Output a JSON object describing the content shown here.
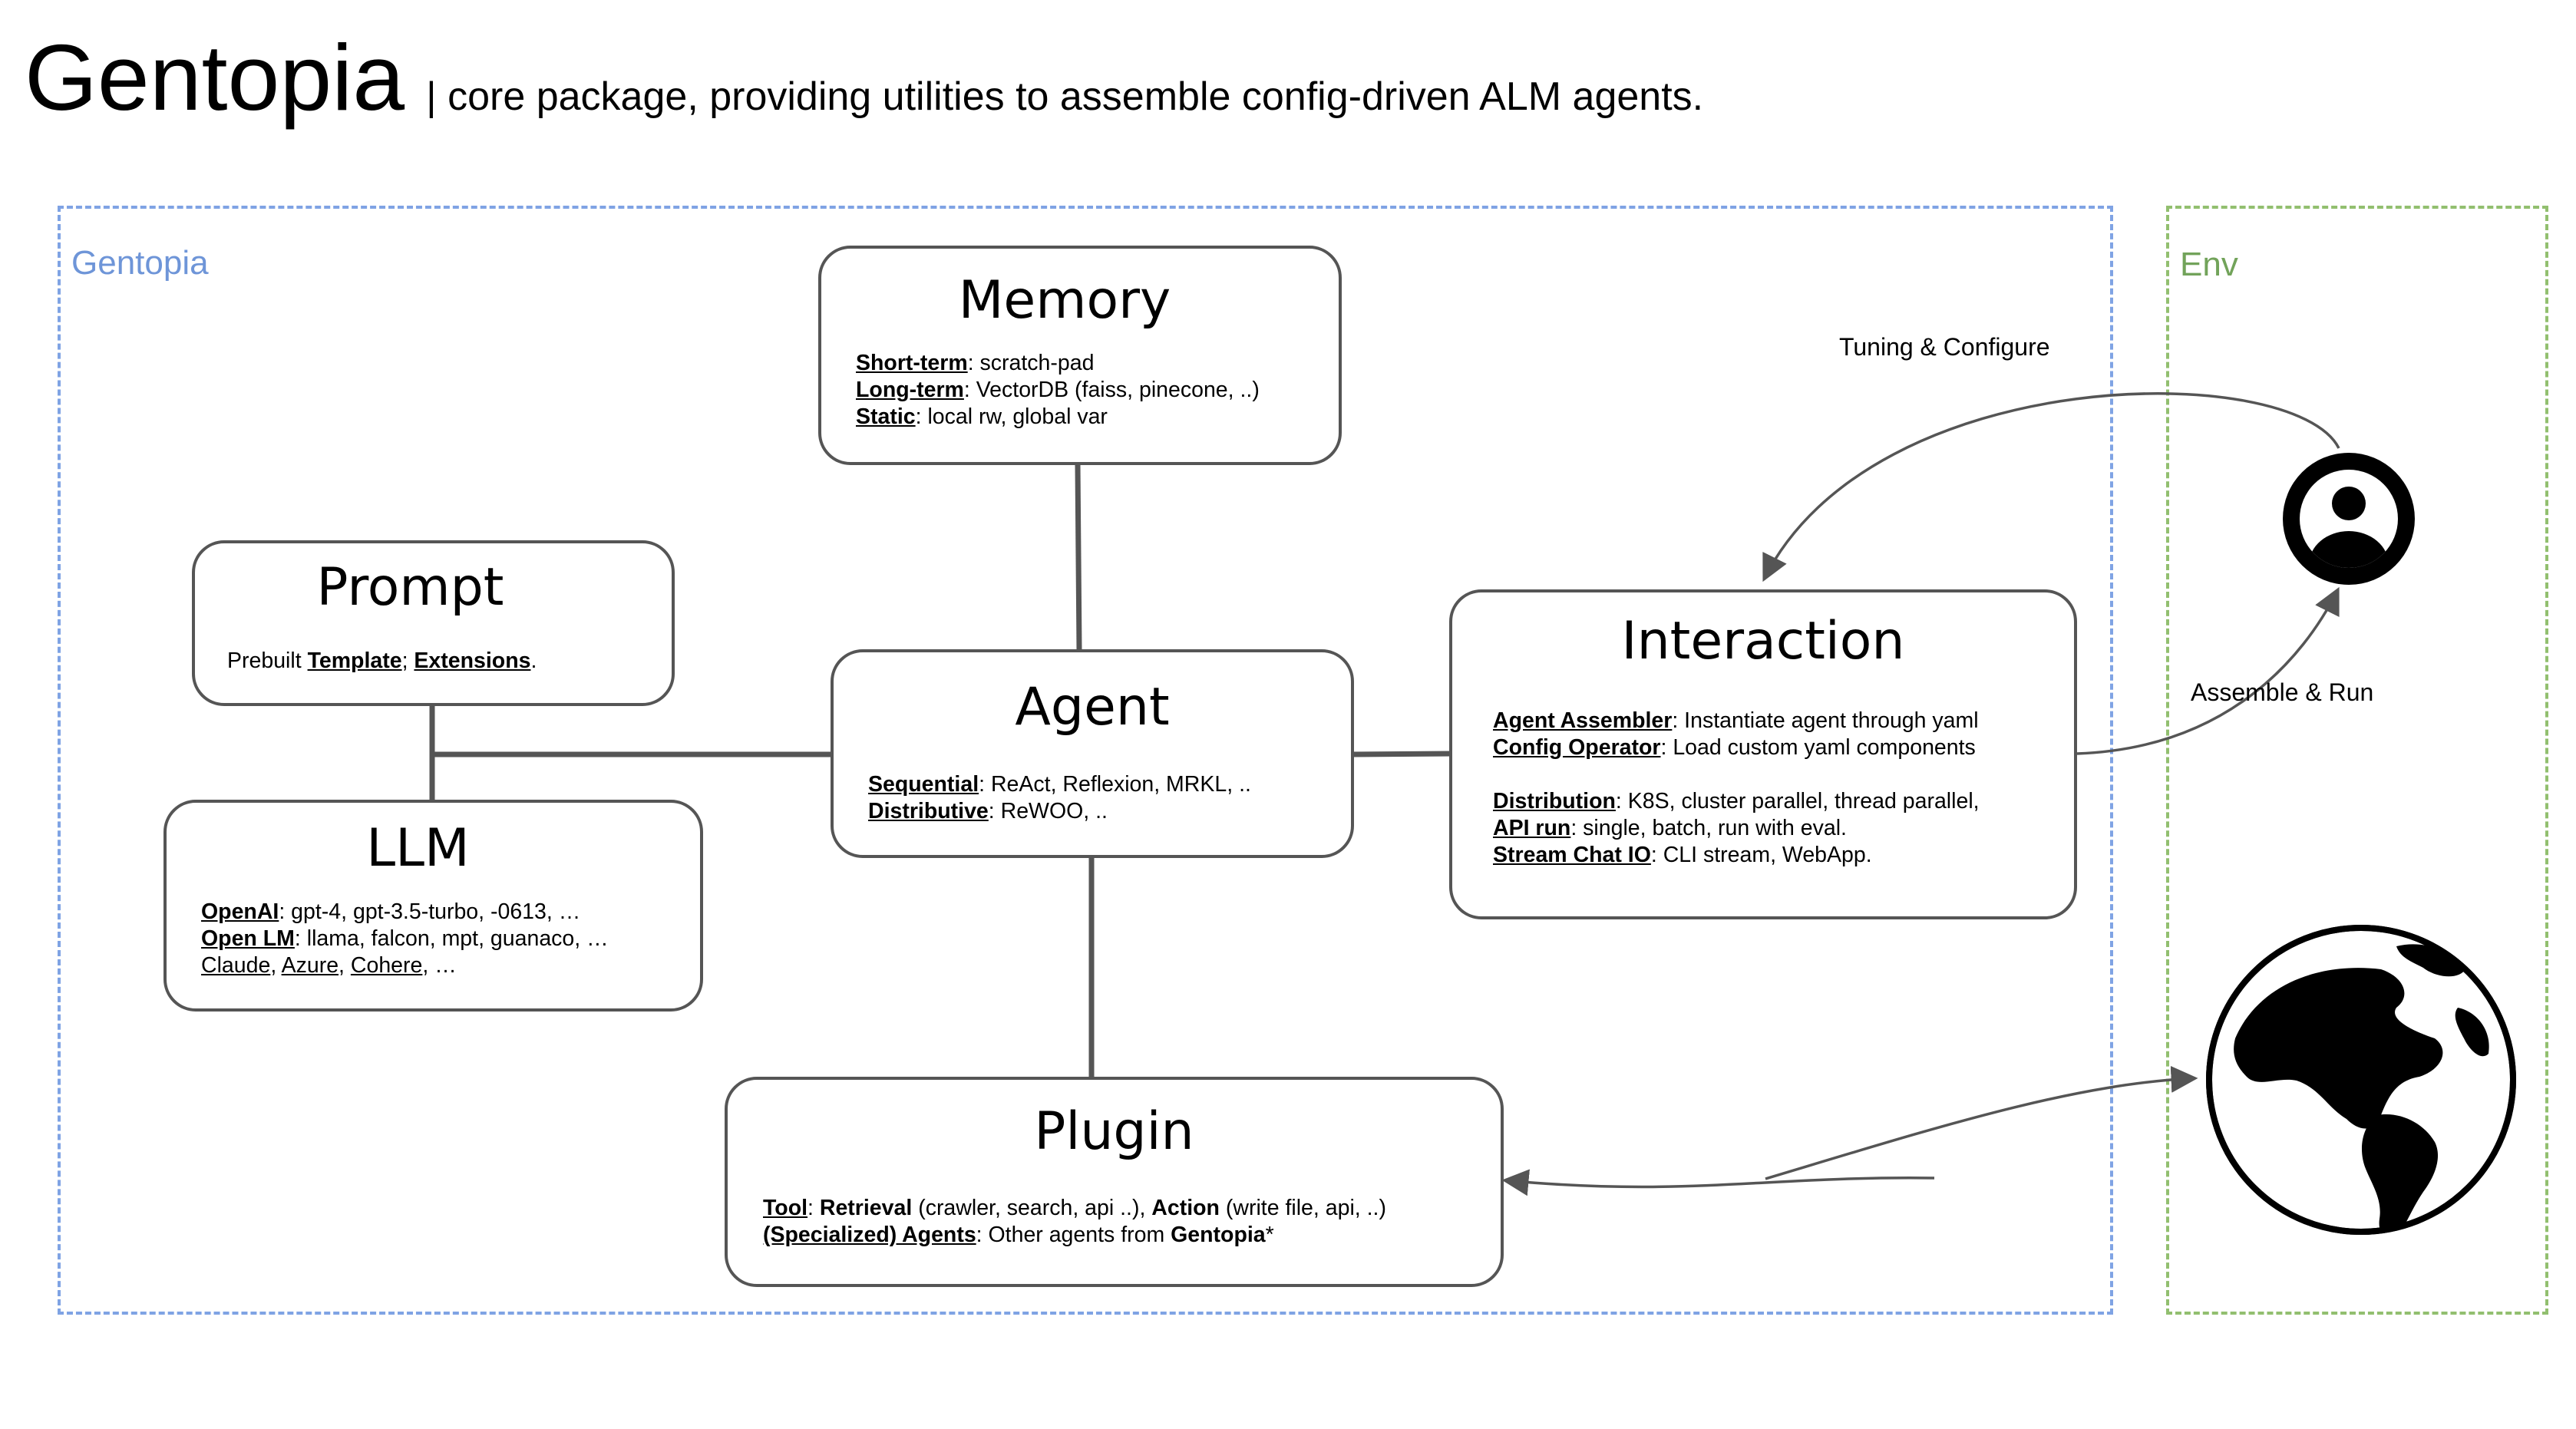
{
  "header": {
    "title": "Gentopia",
    "subtitle": "| core package, providing utilities to assemble config-driven ALM agents."
  },
  "regions": {
    "gentopia": {
      "label": "Gentopia",
      "color": "#7fa3e4"
    },
    "env": {
      "label": "Env",
      "color": "#92bf6f"
    }
  },
  "modules": {
    "memory": {
      "title": "Memory",
      "lines": [
        {
          "key": "Short-term",
          "rest": ": scratch-pad"
        },
        {
          "key": "Long-term",
          "rest": ": VectorDB (faiss, pinecone, ..)"
        },
        {
          "key": "Static",
          "rest": ": local rw, global var"
        }
      ]
    },
    "prompt": {
      "title": "Prompt",
      "prefix": "Prebuilt ",
      "template": "Template",
      "sep": "; ",
      "extensions": "Extensions",
      "suffix": "."
    },
    "agent": {
      "title": "Agent",
      "lines": [
        {
          "key": "Sequential",
          "rest": ": ReAct, Reflexion, MRKL, .."
        },
        {
          "key": "Distributive",
          "rest": ": ReWOO, .."
        }
      ]
    },
    "llm": {
      "title": "LLM",
      "lines": [
        {
          "key": "OpenAI",
          "rest": ": gpt-4, gpt-3.5-turbo, -0613, …"
        },
        {
          "key": "Open LM",
          "rest": ": llama, falcon, mpt, guanaco, …"
        }
      ],
      "others": [
        "Claude",
        "Azure",
        "Cohere"
      ],
      "others_sep": ",  ",
      "others_tail": ", …"
    },
    "interaction": {
      "title": "Interaction",
      "group1": [
        {
          "key": "Agent Assembler",
          "rest": ": Instantiate agent through yaml"
        },
        {
          "key": "Config Operator",
          "rest": ": Load custom yaml components"
        }
      ],
      "group2": [
        {
          "key": "Distribution",
          "rest": ": K8S, cluster parallel, thread parallel,"
        },
        {
          "key": "API run",
          "rest": ": single, batch, run with eval."
        },
        {
          "key": "Stream Chat IO",
          "rest": ": CLI stream, WebApp."
        }
      ]
    },
    "plugin": {
      "title": "Plugin",
      "tool_key": "Tool",
      "tool_sep": ": ",
      "retrieval": "Retrieval",
      "retrieval_rest": " (crawler, search, api ..), ",
      "action": "Action",
      "action_rest": " (write file, api, ..)",
      "agents_key": "(Specialized) Agents",
      "agents_rest": ": Other agents from ",
      "agents_brand": "Gentopia",
      "agents_tail": "*"
    }
  },
  "edges": {
    "tuning": "Tuning & Configure",
    "assemble": "Assemble & Run"
  },
  "icons": {
    "user": "user-avatar-icon",
    "globe": "globe-icon"
  },
  "colors": {
    "connector": "#555555",
    "gentopia_border": "#7fa3e4",
    "env_border": "#92bf6f"
  }
}
